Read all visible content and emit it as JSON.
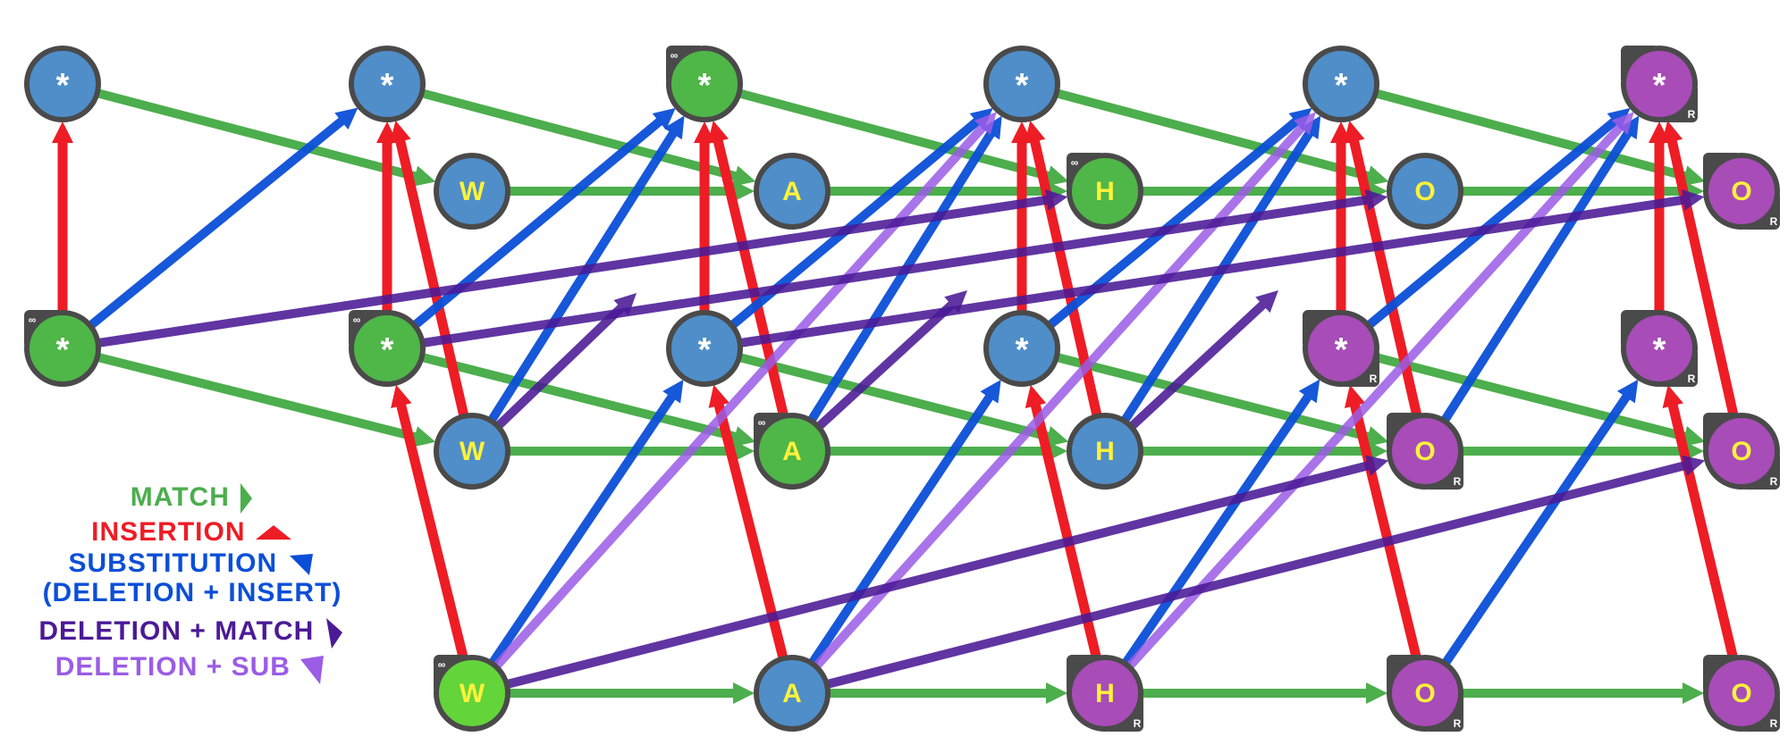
{
  "colors": {
    "match": "#4cae4c",
    "insertion": "#ee1c25",
    "substitution": "#0b4fd8",
    "deletion_match": "#4b1a96",
    "deletion_sub": "#9b5ce6",
    "node_blue": "#4f8ec9",
    "node_green": "#4fb648",
    "node_bright_green": "#63d43a",
    "node_purple": "#a84cb8",
    "node_border": "#4a4a4a",
    "label_white": "#ffffff",
    "label_yellow": "#fff23a"
  },
  "legend": {
    "match": "MATCH",
    "insertion": "INSERTION",
    "substitution": "SUBSTITUTION",
    "substitution_detail": "(DELETION + INSERT)",
    "deletion_match": "DELETION + MATCH",
    "deletion_sub": "DELETION + SUB"
  },
  "nodes": [
    {
      "id": "t0",
      "label": "*",
      "fill": "blue",
      "corner": ""
    },
    {
      "id": "t1",
      "label": "*",
      "fill": "blue",
      "corner": ""
    },
    {
      "id": "t2",
      "label": "*",
      "fill": "green",
      "corner": "∞"
    },
    {
      "id": "t3",
      "label": "*",
      "fill": "blue",
      "corner": ""
    },
    {
      "id": "t4",
      "label": "*",
      "fill": "blue",
      "corner": ""
    },
    {
      "id": "t5",
      "label": "*",
      "fill": "purple",
      "corner": "R"
    },
    {
      "id": "m1",
      "label": "W",
      "fill": "blue",
      "corner": ""
    },
    {
      "id": "m2",
      "label": "A",
      "fill": "blue",
      "corner": ""
    },
    {
      "id": "m3",
      "label": "H",
      "fill": "green",
      "corner": "∞"
    },
    {
      "id": "m4",
      "label": "O",
      "fill": "blue",
      "corner": ""
    },
    {
      "id": "m5",
      "label": "O",
      "fill": "purple",
      "corner": "R"
    },
    {
      "id": "s0",
      "label": "*",
      "fill": "green",
      "corner": "∞"
    },
    {
      "id": "s1",
      "label": "*",
      "fill": "green",
      "corner": "∞"
    },
    {
      "id": "s2",
      "label": "*",
      "fill": "blue",
      "corner": ""
    },
    {
      "id": "s3",
      "label": "*",
      "fill": "blue",
      "corner": ""
    },
    {
      "id": "s4",
      "label": "*",
      "fill": "purple",
      "corner": "R"
    },
    {
      "id": "s5",
      "label": "*",
      "fill": "purple",
      "corner": "R"
    },
    {
      "id": "n1",
      "label": "W",
      "fill": "blue",
      "corner": ""
    },
    {
      "id": "n2",
      "label": "A",
      "fill": "green",
      "corner": "∞"
    },
    {
      "id": "n3",
      "label": "H",
      "fill": "blue",
      "corner": ""
    },
    {
      "id": "n4",
      "label": "O",
      "fill": "purple",
      "corner": "R"
    },
    {
      "id": "n5",
      "label": "O",
      "fill": "purple",
      "corner": "R"
    },
    {
      "id": "b1",
      "label": "W",
      "fill": "bright_green",
      "corner": "∞"
    },
    {
      "id": "b2",
      "label": "A",
      "fill": "blue",
      "corner": ""
    },
    {
      "id": "b3",
      "label": "H",
      "fill": "purple",
      "corner": "R"
    },
    {
      "id": "b4",
      "label": "O",
      "fill": "purple",
      "corner": "R"
    },
    {
      "id": "b5",
      "label": "O",
      "fill": "purple",
      "corner": "R"
    }
  ],
  "edges": [
    {
      "from": "t0",
      "to": "m1",
      "type": "match"
    },
    {
      "from": "t1",
      "to": "m2",
      "type": "match"
    },
    {
      "from": "t2",
      "to": "m3",
      "type": "match"
    },
    {
      "from": "t3",
      "to": "m4",
      "type": "match"
    },
    {
      "from": "t4",
      "to": "m5",
      "type": "match"
    },
    {
      "from": "m1",
      "to": "m2",
      "type": "match"
    },
    {
      "from": "m2",
      "to": "m3",
      "type": "match"
    },
    {
      "from": "m3",
      "to": "m4",
      "type": "match"
    },
    {
      "from": "m4",
      "to": "m5",
      "type": "match"
    },
    {
      "from": "s0",
      "to": "n1",
      "type": "match"
    },
    {
      "from": "s1",
      "to": "n2",
      "type": "match"
    },
    {
      "from": "s2",
      "to": "n3",
      "type": "match"
    },
    {
      "from": "s3",
      "to": "n4",
      "type": "match"
    },
    {
      "from": "s4",
      "to": "n5",
      "type": "match"
    },
    {
      "from": "n1",
      "to": "n2",
      "type": "match"
    },
    {
      "from": "n2",
      "to": "n3",
      "type": "match"
    },
    {
      "from": "n3",
      "to": "n4",
      "type": "match"
    },
    {
      "from": "n4",
      "to": "n5",
      "type": "match"
    },
    {
      "from": "b1",
      "to": "b2",
      "type": "match"
    },
    {
      "from": "b2",
      "to": "b3",
      "type": "match"
    },
    {
      "from": "b3",
      "to": "b4",
      "type": "match"
    },
    {
      "from": "b4",
      "to": "b5",
      "type": "match"
    },
    {
      "from": "s0",
      "to": "t0",
      "type": "insertion"
    },
    {
      "from": "s1",
      "to": "t1",
      "type": "insertion"
    },
    {
      "from": "n1",
      "to": "t1",
      "type": "insertion"
    },
    {
      "from": "s2",
      "to": "t2",
      "type": "insertion"
    },
    {
      "from": "n2",
      "to": "t2",
      "type": "insertion"
    },
    {
      "from": "s3",
      "to": "t3",
      "type": "insertion"
    },
    {
      "from": "n3",
      "to": "t3",
      "type": "insertion"
    },
    {
      "from": "s4",
      "to": "t4",
      "type": "insertion"
    },
    {
      "from": "n4",
      "to": "t4",
      "type": "insertion"
    },
    {
      "from": "s5",
      "to": "t5",
      "type": "insertion"
    },
    {
      "from": "n5",
      "to": "t5",
      "type": "insertion"
    },
    {
      "from": "b1",
      "to": "s1",
      "type": "insertion"
    },
    {
      "from": "b2",
      "to": "s2",
      "type": "insertion"
    },
    {
      "from": "b3",
      "to": "s3",
      "type": "insertion"
    },
    {
      "from": "b4",
      "to": "s4",
      "type": "insertion"
    },
    {
      "from": "b5",
      "to": "s5",
      "type": "insertion"
    },
    {
      "from": "s0",
      "to": "t1",
      "type": "substitution"
    },
    {
      "from": "s1",
      "to": "t2",
      "type": "substitution"
    },
    {
      "from": "n1",
      "to": "t2",
      "type": "substitution"
    },
    {
      "from": "s2",
      "to": "t3",
      "type": "substitution"
    },
    {
      "from": "n2",
      "to": "t3",
      "type": "substitution"
    },
    {
      "from": "s3",
      "to": "t4",
      "type": "substitution"
    },
    {
      "from": "n3",
      "to": "t4",
      "type": "substitution"
    },
    {
      "from": "s4",
      "to": "t5",
      "type": "substitution"
    },
    {
      "from": "n4",
      "to": "t5",
      "type": "substitution"
    },
    {
      "from": "b1",
      "to": "s2",
      "type": "substitution"
    },
    {
      "from": "b2",
      "to": "s3",
      "type": "substitution"
    },
    {
      "from": "b3",
      "to": "s4",
      "type": "substitution"
    },
    {
      "from": "b4",
      "to": "s5",
      "type": "substitution"
    },
    {
      "from": "b1",
      "to": "t3",
      "type": "deletion_sub"
    },
    {
      "from": "b2",
      "to": "t4",
      "type": "deletion_sub"
    },
    {
      "from": "b3",
      "to": "t5",
      "type": "deletion_sub"
    },
    {
      "from": "s0",
      "to": "m3",
      "type": "deletion_match"
    },
    {
      "from": "s1",
      "to": "m4",
      "type": "deletion_match"
    },
    {
      "from": "s2",
      "to": "m5",
      "type": "deletion_match"
    },
    {
      "from": "n1",
      "to": "mid_a",
      "type": "deletion_match"
    },
    {
      "from": "n2",
      "to": "mid_b",
      "type": "deletion_match"
    },
    {
      "from": "n3",
      "to": "mid_c",
      "type": "deletion_match"
    },
    {
      "from": "b1",
      "to": "n4",
      "type": "deletion_match"
    },
    {
      "from": "b2",
      "to": "n5",
      "type": "deletion_match"
    }
  ]
}
